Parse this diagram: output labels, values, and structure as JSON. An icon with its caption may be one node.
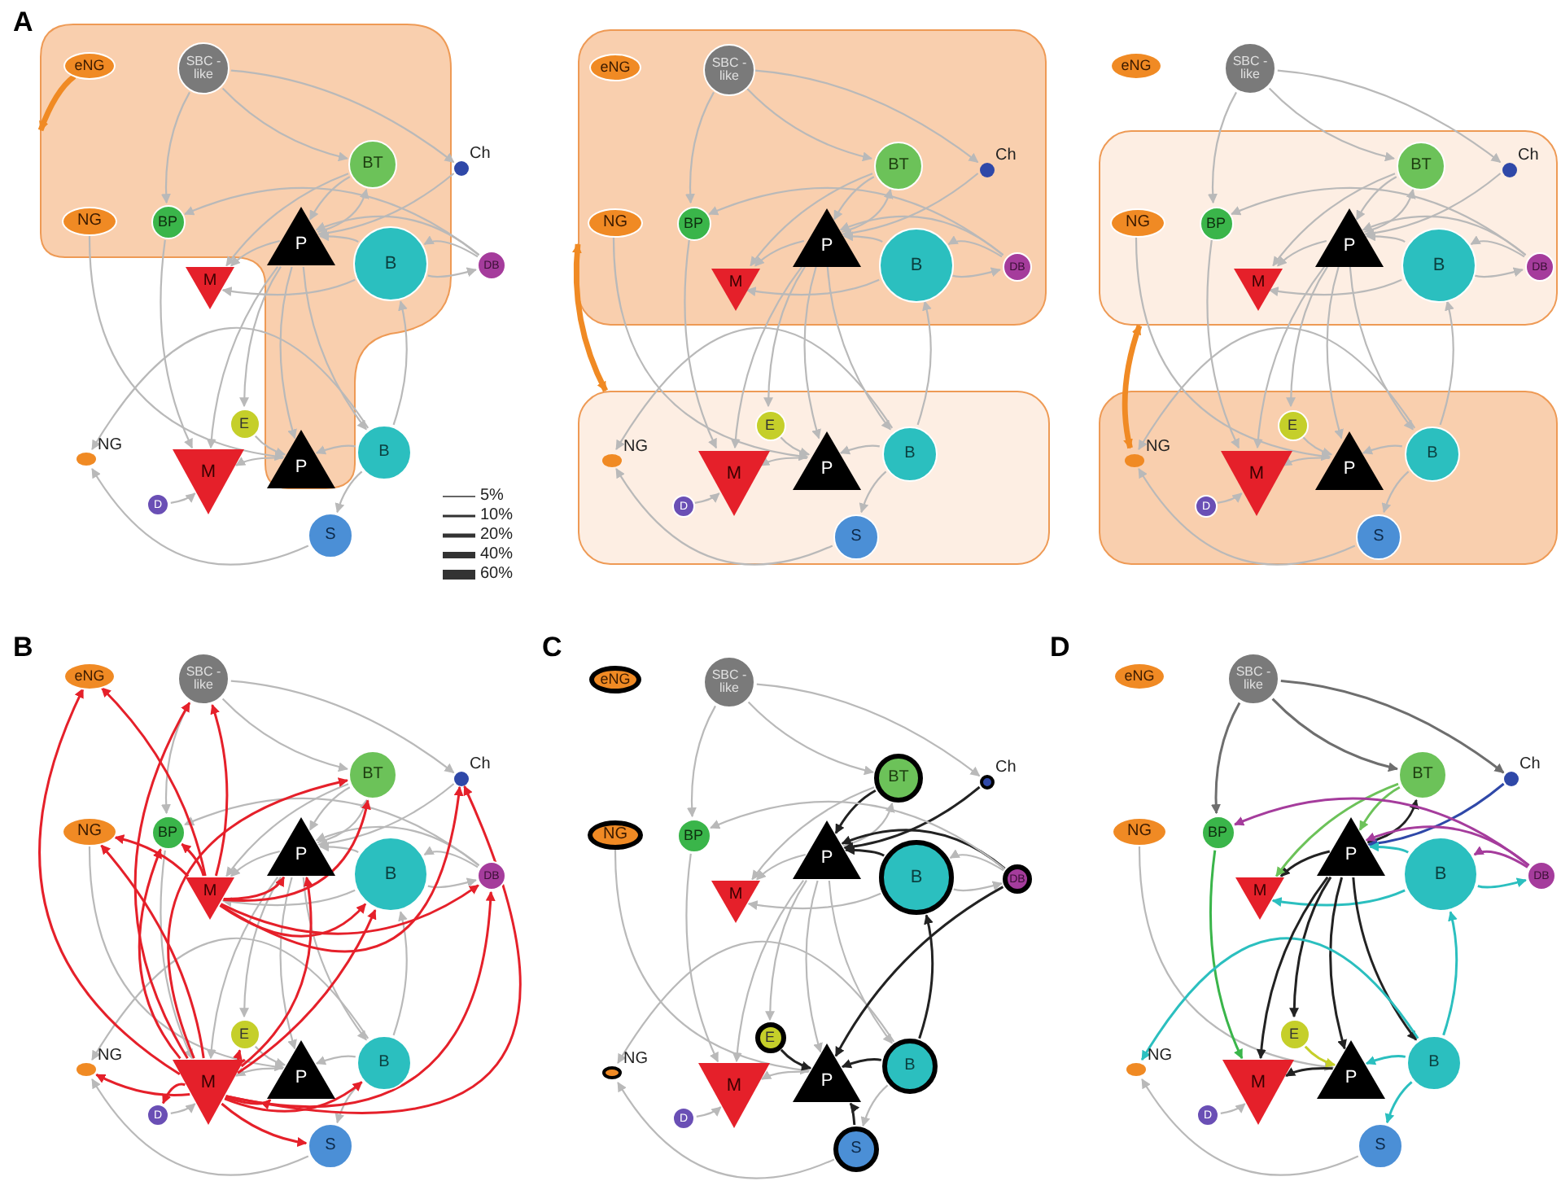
{
  "diagram": {
    "nodes": [
      {
        "text": [],
        "shape": "box"
      },
      {
        "text": [
          "eNG"
        ],
        "in": 0
      },
      {
        "text": [
          "SBC -like"
        ],
        "in": 0
      },
      {
        "text": [
          "Ch"
        ]
      },
      {
        "text": [
          "BT"
        ],
        "in": 0
      },
      {
        "text": [
          "NG"
        ],
        "in": 0
      },
      {
        "text": [
          "BP"
        ],
        "in": 0
      },
      {
        "text": [
          "P"
        ],
        "in": 0
      },
      {
        "text": [
          "B"
        ],
        "in": 0
      },
      {
        "text": [
          "DB"
        ]
      },
      {
        "text": [
          "M"
        ],
        "in": 0
      },
      {
        "text": [
          "E"
        ]
      },
      {
        "text": [
          "NG"
        ]
      },
      {
        "text": [
          "P"
        ],
        "in": 0
      },
      {
        "text": [
          "B"
        ]
      },
      {
        "text": [
          "M"
        ]
      },
      {
        "text": [
          "D"
        ]
      },
      {
        "text": [
          "S"
        ]
      },
      {
        "text": [],
        "shape": "box"
      },
      {
        "text": [],
        "shape": "box"
      },
      {
        "text": [
          "eNG"
        ],
        "in": 18
      },
      {
        "text": [
          "SBC -like"
        ],
        "in": 18
      },
      {
        "text": [
          "Ch"
        ],
        "in": 18
      },
      {
        "text": [
          "BT"
        ],
        "in": 18
      },
      {
        "text": [
          "NG"
        ],
        "in": 18
      },
      {
        "text": [
          "BP"
        ],
        "in": 18
      },
      {
        "text": [
          "P"
        ],
        "in": 18
      },
      {
        "text": [
          "B"
        ],
        "in": 18
      },
      {
        "text": [
          "DB"
        ],
        "in": 18
      },
      {
        "text": [
          "M"
        ],
        "in": 18
      },
      {
        "text": [
          "E"
        ],
        "in": 19
      },
      {
        "text": [
          "NG"
        ],
        "in": 19
      },
      {
        "text": [
          "P"
        ],
        "in": 19
      },
      {
        "text": [
          "B"
        ],
        "in": 19
      },
      {
        "text": [
          "M"
        ],
        "in": 19
      },
      {
        "text": [
          "D"
        ],
        "in": 19
      },
      {
        "text": [
          "S"
        ],
        "in": 19
      },
      {
        "text": [],
        "shape": "box"
      },
      {
        "text": [],
        "shape": "box"
      },
      {
        "text": [
          "eNG"
        ]
      },
      {
        "text": [
          "SBC -like"
        ]
      },
      {
        "text": [
          "Ch"
        ],
        "in": 37
      },
      {
        "text": [
          "BT"
        ],
        "in": 37
      },
      {
        "text": [
          "NG"
        ],
        "in": 37
      },
      {
        "text": [
          "BP"
        ],
        "in": 37
      },
      {
        "text": [
          "P"
        ],
        "in": 37
      },
      {
        "text": [
          "B"
        ],
        "in": 37
      },
      {
        "text": [
          "DB"
        ],
        "in": 37
      },
      {
        "text": [
          "M"
        ],
        "in": 37
      },
      {
        "text": [
          "E"
        ],
        "in": 38
      },
      {
        "text": [
          "NG"
        ],
        "in": 38
      },
      {
        "text": [
          "P"
        ],
        "in": 38
      },
      {
        "text": [
          "B"
        ],
        "in": 38
      },
      {
        "text": [
          "M"
        ],
        "in": 38
      },
      {
        "text": [
          "D"
        ],
        "in": 38
      },
      {
        "text": [
          "S"
        ],
        "in": 38
      },
      {
        "text": [
          "eNG"
        ]
      },
      {
        "text": [
          "SBC -like"
        ]
      },
      {
        "text": [
          "Ch"
        ]
      },
      {
        "text": [
          "BT"
        ]
      },
      {
        "text": [
          "NG"
        ]
      },
      {
        "text": [
          "BP"
        ]
      },
      {
        "text": [
          "P"
        ]
      },
      {
        "text": [
          "B"
        ]
      },
      {
        "text": [
          "DB"
        ]
      },
      {
        "text": [
          "M"
        ]
      },
      {
        "text": [
          "E"
        ]
      },
      {
        "text": [
          "NG"
        ]
      },
      {
        "text": [
          "P"
        ]
      },
      {
        "text": [
          "B"
        ]
      },
      {
        "text": [
          "M"
        ]
      },
      {
        "text": [
          "D"
        ]
      },
      {
        "text": [
          "S"
        ]
      },
      {
        "text": [
          "eNG"
        ]
      },
      {
        "text": [
          "SBC -like"
        ]
      },
      {
        "text": [
          "Ch"
        ]
      },
      {
        "text": [
          "BT"
        ]
      },
      {
        "text": [
          "NG"
        ]
      },
      {
        "text": [
          "BP"
        ]
      },
      {
        "text": [
          "P"
        ]
      },
      {
        "text": [
          "B"
        ]
      },
      {
        "text": [
          "DB"
        ]
      },
      {
        "text": [
          "M"
        ]
      },
      {
        "text": [
          "E"
        ]
      },
      {
        "text": [
          "NG"
        ]
      },
      {
        "text": [
          "P"
        ]
      },
      {
        "text": [
          "B"
        ]
      },
      {
        "text": [
          "M"
        ]
      },
      {
        "text": [
          "D"
        ]
      },
      {
        "text": [
          "S"
        ]
      },
      {
        "text": [
          "eNG"
        ]
      },
      {
        "text": [
          "SBC -like"
        ]
      },
      {
        "text": [
          "Ch"
        ]
      },
      {
        "text": [
          "BT"
        ]
      },
      {
        "text": [
          "NG"
        ]
      },
      {
        "text": [
          "BP"
        ]
      },
      {
        "text": [
          "P"
        ]
      },
      {
        "text": [
          "B"
        ]
      },
      {
        "text": [
          "DB"
        ]
      },
      {
        "text": [
          "M"
        ]
      },
      {
        "text": [
          "E"
        ]
      },
      {
        "text": [
          "NG"
        ]
      },
      {
        "text": [
          "P"
        ]
      },
      {
        "text": [
          "B"
        ]
      },
      {
        "text": [
          "M"
        ]
      },
      {
        "text": [
          "D"
        ]
      },
      {
        "text": [
          "S"
        ]
      }
    ],
    "edges": [
      {
        "from": 1,
        "to": 0,
        "arrow": "to",
        "style": "thick",
        "color": "#f08a24"
      },
      {
        "from": 18,
        "to": 19,
        "arrow": "both",
        "style": "thick",
        "color": "#f08a24"
      },
      {
        "from": 37,
        "to": 50,
        "arrow": "both",
        "style": "thick",
        "color": "#f08a24"
      },
      {
        "from": 2,
        "to": 6,
        "arrow": "to"
      },
      {
        "from": 2,
        "to": 4,
        "arrow": "to"
      },
      {
        "from": 2,
        "to": 3,
        "arrow": "to"
      },
      {
        "from": 4,
        "to": 7,
        "arrow": "to"
      },
      {
        "from": 7,
        "to": 4,
        "arrow": "to"
      },
      {
        "from": 3,
        "to": 7,
        "arrow": "to"
      },
      {
        "from": 8,
        "to": 7,
        "arrow": "to"
      },
      {
        "from": 9,
        "to": 7,
        "arrow": "to"
      },
      {
        "from": 7,
        "to": 10,
        "arrow": "to"
      },
      {
        "from": 8,
        "to": 10,
        "arrow": "to"
      },
      {
        "from": 4,
        "to": 10,
        "arrow": "to"
      },
      {
        "from": 8,
        "to": 9,
        "arrow": "to"
      },
      {
        "from": 9,
        "to": 8,
        "arrow": "to"
      },
      {
        "from": 9,
        "to": 6,
        "arrow": "to"
      },
      {
        "from": 5,
        "to": 13,
        "arrow": "to"
      },
      {
        "from": 6,
        "to": 15,
        "arrow": "to"
      },
      {
        "from": 7,
        "to": 11,
        "arrow": "to"
      },
      {
        "from": 7,
        "to": 13,
        "arrow": "to"
      },
      {
        "from": 7,
        "to": 14,
        "arrow": "to"
      },
      {
        "from": 14,
        "to": 8,
        "arrow": "to"
      },
      {
        "from": 11,
        "to": 13,
        "arrow": "to"
      },
      {
        "from": 14,
        "to": 13,
        "arrow": "to"
      },
      {
        "from": 13,
        "to": 15,
        "arrow": "to"
      },
      {
        "from": 16,
        "to": 15,
        "arrow": "to"
      },
      {
        "from": 17,
        "to": 12,
        "arrow": "to"
      },
      {
        "from": 14,
        "to": 17,
        "arrow": "to"
      },
      {
        "from": 14,
        "to": 12,
        "arrow": "to"
      },
      {
        "from": 7,
        "to": 15,
        "arrow": "to"
      },
      {
        "from": 21,
        "to": 25,
        "arrow": "to"
      },
      {
        "from": 21,
        "to": 23,
        "arrow": "to"
      },
      {
        "from": 21,
        "to": 22,
        "arrow": "to"
      },
      {
        "from": 23,
        "to": 26,
        "arrow": "to"
      },
      {
        "from": 26,
        "to": 23,
        "arrow": "to"
      },
      {
        "from": 22,
        "to": 26,
        "arrow": "to"
      },
      {
        "from": 27,
        "to": 26,
        "arrow": "to"
      },
      {
        "from": 28,
        "to": 26,
        "arrow": "to"
      },
      {
        "from": 26,
        "to": 29,
        "arrow": "to"
      },
      {
        "from": 27,
        "to": 29,
        "arrow": "to"
      },
      {
        "from": 23,
        "to": 29,
        "arrow": "to"
      },
      {
        "from": 27,
        "to": 28,
        "arrow": "to"
      },
      {
        "from": 28,
        "to": 27,
        "arrow": "to"
      },
      {
        "from": 28,
        "to": 25,
        "arrow": "to"
      },
      {
        "from": 24,
        "to": 32,
        "arrow": "to"
      },
      {
        "from": 25,
        "to": 34,
        "arrow": "to"
      },
      {
        "from": 26,
        "to": 30,
        "arrow": "to"
      },
      {
        "from": 26,
        "to": 32,
        "arrow": "to"
      },
      {
        "from": 26,
        "to": 33,
        "arrow": "to"
      },
      {
        "from": 33,
        "to": 27,
        "arrow": "to"
      },
      {
        "from": 30,
        "to": 32,
        "arrow": "to"
      },
      {
        "from": 33,
        "to": 32,
        "arrow": "to"
      },
      {
        "from": 32,
        "to": 34,
        "arrow": "to"
      },
      {
        "from": 35,
        "to": 34,
        "arrow": "to"
      },
      {
        "from": 36,
        "to": 31,
        "arrow": "to"
      },
      {
        "from": 33,
        "to": 36,
        "arrow": "to"
      },
      {
        "from": 33,
        "to": 31,
        "arrow": "to"
      },
      {
        "from": 26,
        "to": 34,
        "arrow": "to"
      },
      {
        "from": 40,
        "to": 44,
        "arrow": "to"
      },
      {
        "from": 40,
        "to": 42,
        "arrow": "to"
      },
      {
        "from": 40,
        "to": 41,
        "arrow": "to"
      },
      {
        "from": 42,
        "to": 45,
        "arrow": "to"
      },
      {
        "from": 45,
        "to": 42,
        "arrow": "to"
      },
      {
        "from": 41,
        "to": 45,
        "arrow": "to"
      },
      {
        "from": 46,
        "to": 45,
        "arrow": "to"
      },
      {
        "from": 47,
        "to": 45,
        "arrow": "to"
      },
      {
        "from": 45,
        "to": 48,
        "arrow": "to"
      },
      {
        "from": 46,
        "to": 48,
        "arrow": "to"
      },
      {
        "from": 42,
        "to": 48,
        "arrow": "to"
      },
      {
        "from": 46,
        "to": 47,
        "arrow": "to"
      },
      {
        "from": 47,
        "to": 46,
        "arrow": "to"
      },
      {
        "from": 47,
        "to": 44,
        "arrow": "to"
      },
      {
        "from": 43,
        "to": 51,
        "arrow": "to"
      },
      {
        "from": 44,
        "to": 53,
        "arrow": "to"
      },
      {
        "from": 45,
        "to": 49,
        "arrow": "to"
      },
      {
        "from": 45,
        "to": 51,
        "arrow": "to"
      },
      {
        "from": 45,
        "to": 52,
        "arrow": "to"
      },
      {
        "from": 52,
        "to": 46,
        "arrow": "to"
      },
      {
        "from": 49,
        "to": 51,
        "arrow": "to"
      },
      {
        "from": 52,
        "to": 51,
        "arrow": "to"
      },
      {
        "from": 51,
        "to": 53,
        "arrow": "to"
      },
      {
        "from": 54,
        "to": 53,
        "arrow": "to"
      },
      {
        "from": 55,
        "to": 50,
        "arrow": "to"
      },
      {
        "from": 52,
        "to": 55,
        "arrow": "to"
      },
      {
        "from": 52,
        "to": 50,
        "arrow": "to"
      },
      {
        "from": 45,
        "to": 53,
        "arrow": "to"
      },
      {
        "from": 57,
        "to": 61,
        "arrow": "to"
      },
      {
        "from": 57,
        "to": 59,
        "arrow": "to"
      },
      {
        "from": 57,
        "to": 58,
        "arrow": "to"
      },
      {
        "from": 59,
        "to": 62,
        "arrow": "to"
      },
      {
        "from": 62,
        "to": 59,
        "arrow": "to"
      },
      {
        "from": 58,
        "to": 62,
        "arrow": "to"
      },
      {
        "from": 63,
        "to": 62,
        "arrow": "to"
      },
      {
        "from": 64,
        "to": 62,
        "arrow": "to"
      },
      {
        "from": 62,
        "to": 65,
        "arrow": "to"
      },
      {
        "from": 63,
        "to": 65,
        "arrow": "to"
      },
      {
        "from": 59,
        "to": 65,
        "arrow": "to"
      },
      {
        "from": 63,
        "to": 64,
        "arrow": "to"
      },
      {
        "from": 64,
        "to": 63,
        "arrow": "to"
      },
      {
        "from": 64,
        "to": 61,
        "arrow": "to"
      },
      {
        "from": 60,
        "to": 68,
        "arrow": "to"
      },
      {
        "from": 61,
        "to": 70,
        "arrow": "to"
      },
      {
        "from": 62,
        "to": 66,
        "arrow": "to"
      },
      {
        "from": 62,
        "to": 68,
        "arrow": "to"
      },
      {
        "from": 62,
        "to": 69,
        "arrow": "to"
      },
      {
        "from": 69,
        "to": 63,
        "arrow": "to"
      },
      {
        "from": 66,
        "to": 68,
        "arrow": "to"
      },
      {
        "from": 69,
        "to": 68,
        "arrow": "to"
      },
      {
        "from": 68,
        "to": 70,
        "arrow": "to"
      },
      {
        "from": 71,
        "to": 70,
        "arrow": "to"
      },
      {
        "from": 72,
        "to": 67,
        "arrow": "to"
      },
      {
        "from": 69,
        "to": 72,
        "arrow": "to"
      },
      {
        "from": 69,
        "to": 67,
        "arrow": "to"
      },
      {
        "from": 62,
        "to": 70,
        "arrow": "to"
      },
      {
        "from": 65,
        "to": 56,
        "arrow": "to",
        "color": "#e5202a"
      },
      {
        "from": 65,
        "to": 57,
        "arrow": "to",
        "color": "#e5202a"
      },
      {
        "from": 65,
        "to": 60,
        "arrow": "to",
        "color": "#e5202a"
      },
      {
        "from": 65,
        "to": 61,
        "arrow": "to",
        "color": "#e5202a"
      },
      {
        "from": 65,
        "to": 62,
        "arrow": "to",
        "color": "#e5202a"
      },
      {
        "from": 65,
        "to": 59,
        "arrow": "to",
        "color": "#e5202a"
      },
      {
        "from": 65,
        "to": 63,
        "arrow": "to",
        "color": "#e5202a"
      },
      {
        "from": 65,
        "to": 64,
        "arrow": "to",
        "color": "#e5202a"
      },
      {
        "from": 65,
        "to": 58,
        "arrow": "to",
        "color": "#e5202a"
      },
      {
        "from": 70,
        "to": 67,
        "arrow": "to",
        "color": "#e5202a"
      },
      {
        "from": 70,
        "to": 71,
        "arrow": "to",
        "color": "#e5202a"
      },
      {
        "from": 70,
        "to": 68,
        "arrow": "to",
        "color": "#e5202a"
      },
      {
        "from": 70,
        "to": 66,
        "arrow": "to",
        "color": "#e5202a"
      },
      {
        "from": 70,
        "to": 72,
        "arrow": "to",
        "color": "#e5202a"
      },
      {
        "from": 70,
        "to": 69,
        "arrow": "to",
        "color": "#e5202a"
      },
      {
        "from": 70,
        "to": 56,
        "arrow": "to",
        "color": "#e5202a"
      },
      {
        "from": 70,
        "to": 60,
        "arrow": "to",
        "color": "#e5202a"
      },
      {
        "from": 70,
        "to": 61,
        "arrow": "to",
        "color": "#e5202a"
      },
      {
        "from": 70,
        "to": 62,
        "arrow": "to",
        "color": "#e5202a"
      },
      {
        "from": 70,
        "to": 59,
        "arrow": "to",
        "color": "#e5202a"
      },
      {
        "from": 70,
        "to": 63,
        "arrow": "to",
        "color": "#e5202a"
      },
      {
        "from": 70,
        "to": 64,
        "arrow": "to",
        "color": "#e5202a"
      },
      {
        "from": 70,
        "to": 58,
        "arrow": "to",
        "color": "#e5202a"
      },
      {
        "from": 70,
        "to": 57,
        "arrow": "to",
        "color": "#e5202a"
      },
      {
        "from": 74,
        "to": 78,
        "arrow": "to"
      },
      {
        "from": 74,
        "to": 76,
        "arrow": "to"
      },
      {
        "from": 74,
        "to": 75,
        "arrow": "to"
      },
      {
        "from": 76,
        "to": 79,
        "arrow": "to",
        "color": "#222222"
      },
      {
        "from": 79,
        "to": 76,
        "arrow": "to"
      },
      {
        "from": 75,
        "to": 79,
        "arrow": "to",
        "color": "#222222"
      },
      {
        "from": 80,
        "to": 79,
        "arrow": "to",
        "color": "#222222"
      },
      {
        "from": 81,
        "to": 79,
        "arrow": "to",
        "color": "#222222"
      },
      {
        "from": 79,
        "to": 82,
        "arrow": "to"
      },
      {
        "from": 80,
        "to": 82,
        "arrow": "to"
      },
      {
        "from": 76,
        "to": 82,
        "arrow": "to"
      },
      {
        "from": 80,
        "to": 81,
        "arrow": "to"
      },
      {
        "from": 81,
        "to": 80,
        "arrow": "to"
      },
      {
        "from": 81,
        "to": 78,
        "arrow": "to"
      },
      {
        "from": 77,
        "to": 85,
        "arrow": "to"
      },
      {
        "from": 78,
        "to": 87,
        "arrow": "to"
      },
      {
        "from": 79,
        "to": 83,
        "arrow": "to"
      },
      {
        "from": 79,
        "to": 85,
        "arrow": "to"
      },
      {
        "from": 79,
        "to": 86,
        "arrow": "to"
      },
      {
        "from": 86,
        "to": 80,
        "arrow": "to",
        "color": "#222222"
      },
      {
        "from": 83,
        "to": 85,
        "arrow": "to",
        "color": "#222222"
      },
      {
        "from": 86,
        "to": 85,
        "arrow": "to",
        "color": "#222222"
      },
      {
        "from": 85,
        "to": 87,
        "arrow": "to"
      },
      {
        "from": 88,
        "to": 87,
        "arrow": "to"
      },
      {
        "from": 89,
        "to": 84,
        "arrow": "to"
      },
      {
        "from": 86,
        "to": 89,
        "arrow": "to"
      },
      {
        "from": 86,
        "to": 84,
        "arrow": "to"
      },
      {
        "from": 79,
        "to": 87,
        "arrow": "to"
      },
      {
        "from": 89,
        "to": 85,
        "arrow": "to",
        "color": "#222222"
      },
      {
        "from": 81,
        "to": 85,
        "arrow": "to",
        "color": "#222222"
      },
      {
        "from": 91,
        "to": 95,
        "arrow": "to",
        "color": "#6e6e6e"
      },
      {
        "from": 91,
        "to": 93,
        "arrow": "to",
        "color": "#6e6e6e"
      },
      {
        "from": 91,
        "to": 92,
        "arrow": "to",
        "color": "#6e6e6e"
      },
      {
        "from": 93,
        "to": 96,
        "arrow": "to",
        "color": "#6cc259"
      },
      {
        "from": 96,
        "to": 93,
        "arrow": "to",
        "color": "#222222"
      },
      {
        "from": 92,
        "to": 96,
        "arrow": "to",
        "color": "#2f48a8"
      },
      {
        "from": 97,
        "to": 96,
        "arrow": "to",
        "color": "#2bbfbf"
      },
      {
        "from": 98,
        "to": 96,
        "arrow": "to",
        "color": "#a53c9c"
      },
      {
        "from": 96,
        "to": 99,
        "arrow": "to",
        "color": "#222222"
      },
      {
        "from": 97,
        "to": 99,
        "arrow": "to",
        "color": "#2bbfbf"
      },
      {
        "from": 93,
        "to": 99,
        "arrow": "to",
        "color": "#6cc259"
      },
      {
        "from": 97,
        "to": 98,
        "arrow": "to",
        "color": "#2bbfbf"
      },
      {
        "from": 98,
        "to": 97,
        "arrow": "to",
        "color": "#a53c9c"
      },
      {
        "from": 98,
        "to": 95,
        "arrow": "to",
        "color": "#a53c9c"
      },
      {
        "from": 94,
        "to": 102,
        "arrow": "to"
      },
      {
        "from": 95,
        "to": 104,
        "arrow": "to",
        "color": "#3ab54a"
      },
      {
        "from": 96,
        "to": 100,
        "arrow": "to",
        "color": "#222222"
      },
      {
        "from": 96,
        "to": 102,
        "arrow": "to",
        "color": "#222222"
      },
      {
        "from": 96,
        "to": 103,
        "arrow": "to",
        "color": "#222222"
      },
      {
        "from": 103,
        "to": 97,
        "arrow": "to",
        "color": "#2bbfbf"
      },
      {
        "from": 100,
        "to": 102,
        "arrow": "to",
        "color": "#c5cf2a"
      },
      {
        "from": 103,
        "to": 102,
        "arrow": "to",
        "color": "#2bbfbf"
      },
      {
        "from": 102,
        "to": 104,
        "arrow": "to",
        "color": "#222222"
      },
      {
        "from": 105,
        "to": 104,
        "arrow": "to"
      },
      {
        "from": 106,
        "to": 101,
        "arrow": "to"
      },
      {
        "from": 103,
        "to": 106,
        "arrow": "to",
        "color": "#2bbfbf"
      },
      {
        "from": 103,
        "to": 101,
        "arrow": "to",
        "color": "#2bbfbf"
      },
      {
        "from": 96,
        "to": 104,
        "arrow": "to",
        "color": "#222222"
      }
    ],
    "labels": [
      "A",
      "B",
      "C",
      "D"
    ],
    "legend": [
      {
        "text": "5%"
      },
      {
        "text": "10%"
      },
      {
        "text": "20%"
      },
      {
        "text": "40%"
      },
      {
        "text": "60%"
      }
    ]
  }
}
